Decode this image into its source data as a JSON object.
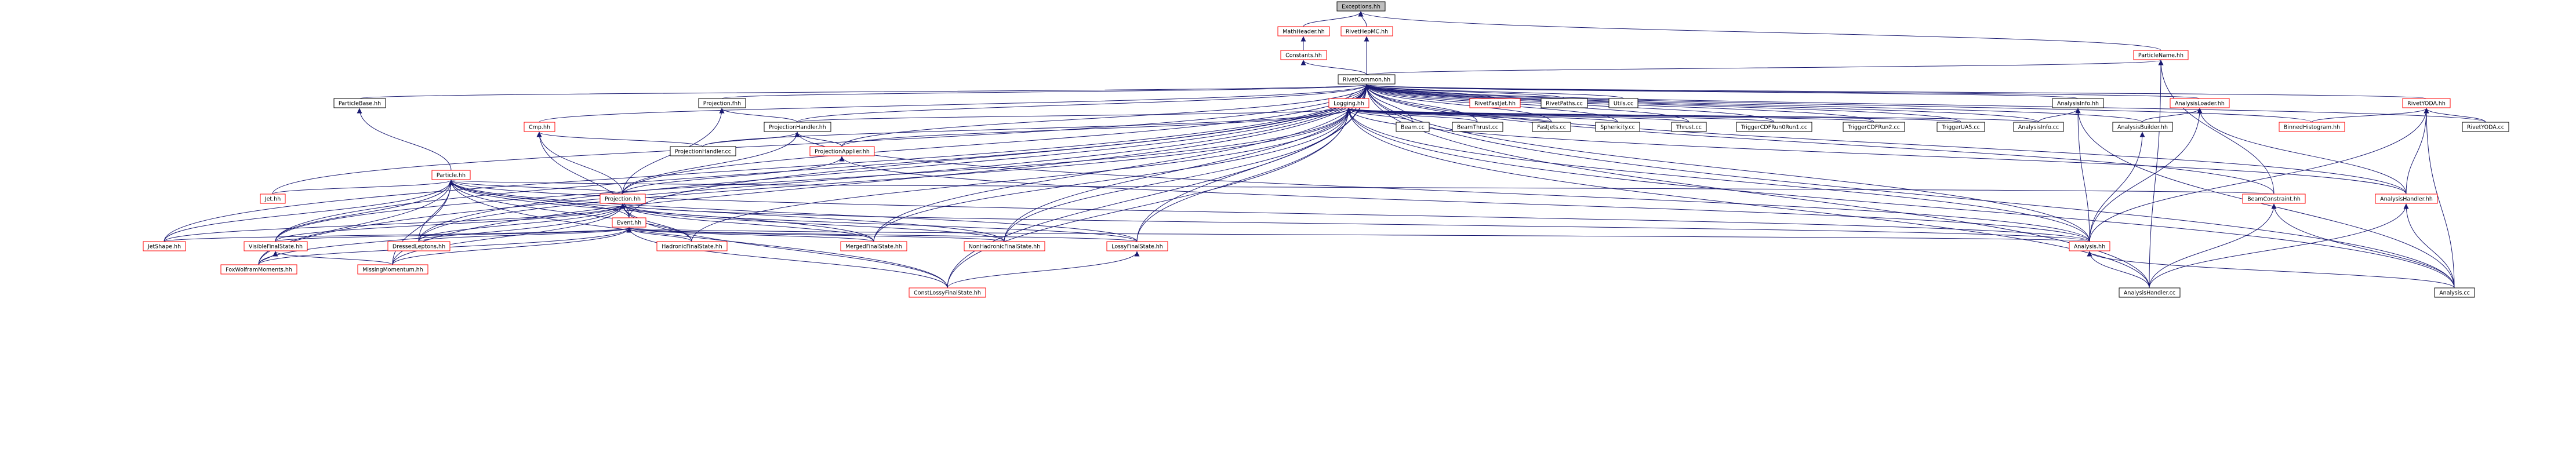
{
  "colors": {
    "edge": "#191970",
    "root_fill": "#bfbfbf",
    "link_border": "#ff0000",
    "plain_border": "#000000"
  },
  "nodes": {
    "exceptions_hh": "Exceptions.hh",
    "mathheader_hh": "MathHeader.hh",
    "rivethepmc_hh": "RivetHepMC.hh",
    "constants_hh": "Constants.hh",
    "particlename_hh": "ParticleName.hh",
    "rivetcommon_hh": "RivetCommon.hh",
    "particlebase_hh": "ParticleBase.hh",
    "projection_fhh": "Projection.fhh",
    "logging_hh": "Logging.hh",
    "rivetfastjet_hh": "RivetFastJet.hh",
    "rivetpaths_cc": "RivetPaths.cc",
    "utils_cc": "Utils.cc",
    "analysisinfo_hh": "AnalysisInfo.hh",
    "analysisloader_hh": "AnalysisLoader.hh",
    "rivetyoda_hh": "RivetYODA.hh",
    "cmp_hh": "Cmp.hh",
    "projectionhandler_hh": "ProjectionHandler.hh",
    "beam_cc": "Beam.cc",
    "beamthrust_cc": "BeamThrust.cc",
    "fastjets_cc": "FastJets.cc",
    "sphericity_cc": "Sphericity.cc",
    "thrust_cc": "Thrust.cc",
    "triggercdfrun0run1_cc": "TriggerCDFRun0Run1.cc",
    "triggercdfrun2_cc": "TriggerCDFRun2.cc",
    "triggerua5_cc": "TriggerUA5.cc",
    "analysisinfo_cc": "AnalysisInfo.cc",
    "analysisbuilder_hh": "AnalysisBuilder.hh",
    "binnedhistogram_hh": "BinnedHistogram.hh",
    "rivetyoda_cc": "RivetYODA.cc",
    "projectionhandler_cc": "ProjectionHandler.cc",
    "projectionapplier_hh": "ProjectionApplier.hh",
    "particle_hh": "Particle.hh",
    "jet_hh": "Jet.hh",
    "projection_hh": "Projection.hh",
    "beamconstraint_hh": "BeamConstraint.hh",
    "analysishandler_hh": "AnalysisHandler.hh",
    "event_hh": "Event.hh",
    "jetshape_hh": "JetShape.hh",
    "visiblefinalstate_hh": "VisibleFinalState.hh",
    "dressedleptons_hh": "DressedLeptons.hh",
    "hadronicfinalstate_hh": "HadronicFinalState.hh",
    "mergedfinalstate_hh": "MergedFinalState.hh",
    "nonhadronicfinalstate_hh": "NonHadronicFinalState.hh",
    "lossyfinalstate_hh": "LossyFinalState.hh",
    "analysis_hh": "Analysis.hh",
    "foxwolframmoments_hh": "FoxWolframMoments.hh",
    "missingmomentum_hh": "MissingMomentum.hh",
    "constlossyfinalstate_hh": "ConstLossyFinalState.hh",
    "analysishandler_cc": "AnalysisHandler.cc",
    "analysis_cc": "Analysis.cc"
  }
}
